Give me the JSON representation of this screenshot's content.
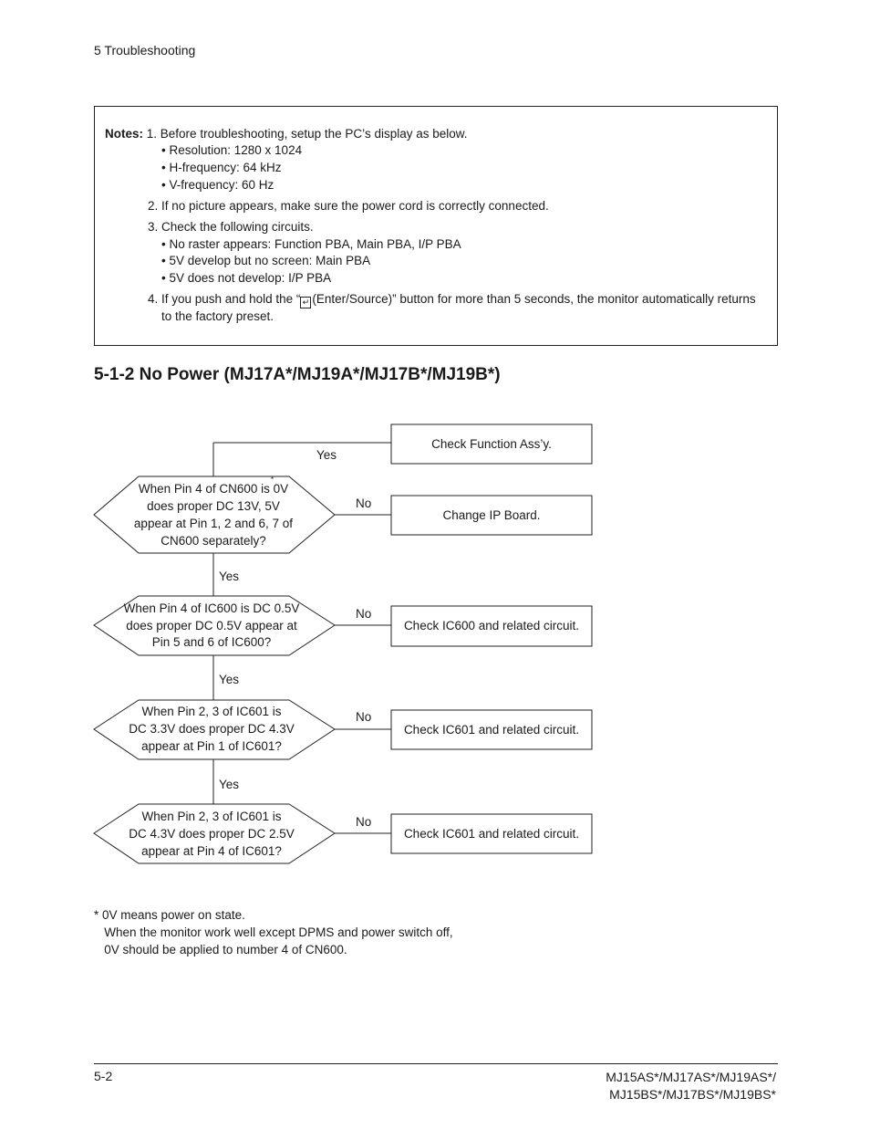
{
  "header": {
    "section": "5 Troubleshooting"
  },
  "notes": {
    "label": "Notes:",
    "n1": "1. Before troubleshooting, setup the PC’s display as below.",
    "n1_bullets": [
      "• Resolution: 1280 x 1024",
      "• H-frequency: 64 kHz",
      "• V-frequency: 60 Hz"
    ],
    "n2": "2. If no picture appears, make sure the power cord is correctly connected.",
    "n3": "3. Check the following circuits.",
    "n3_bullets": [
      "• No raster appears: Function PBA, Main PBA, I/P PBA",
      "• 5V develop but no screen: Main PBA",
      "• 5V does not develop: I/P PBA"
    ],
    "n4_pre": "4. If you push and hold the “",
    "n4_post": "(Enter/Source)” button for more than 5 seconds, the monitor automatically returns",
    "n4_line2": "to the factory preset.",
    "enter_icon": "enter-key-icon"
  },
  "section_title": "5-1-2 No Power (MJ17A*/MJ19A*/MJ17B*/MJ19B*)",
  "flowchart": {
    "top_box": "Check Function Ass’y.",
    "top_yes": "Yes",
    "steps": [
      {
        "lines": [
          "When Pin 4 of CN600 is 0V",
          "does proper DC 13V, 5V",
          "appear at Pin 1, 2 and 6, 7 of",
          "CN600 separately?"
        ],
        "no_label": "No",
        "action": "Change IP Board.",
        "yes_label": "Yes"
      },
      {
        "lines": [
          "When Pin 4 of IC600 is DC 0.5V",
          "does proper DC 0.5V appear at",
          "Pin 5 and  6 of IC600?"
        ],
        "no_label": "No",
        "action": "Check IC600 and related circuit.",
        "yes_label": "Yes"
      },
      {
        "lines": [
          "When Pin 2, 3 of IC601 is",
          "DC 3.3V does proper DC 4.3V",
          "appear at Pin 1 of IC601?"
        ],
        "no_label": "No",
        "action": "Check IC601 and related circuit.",
        "yes_label": "Yes"
      },
      {
        "lines": [
          "When Pin 2, 3 of IC601 is",
          "DC 4.3V does proper DC 2.5V",
          "appear at Pin 4 of IC601?"
        ],
        "no_label": "No",
        "action": "Check IC601 and related circuit."
      }
    ],
    "asterisk": "*"
  },
  "footnote": [
    "* 0V means power on state.",
    "   When the monitor work well except DPMS and power switch off,",
    "   0V should be applied to number 4 of CN600."
  ],
  "footer": {
    "page": "5-2",
    "models_line1": "MJ15AS*/MJ17AS*/MJ19AS*/",
    "models_line2": "MJ15BS*/MJ17BS*/MJ19BS*"
  }
}
